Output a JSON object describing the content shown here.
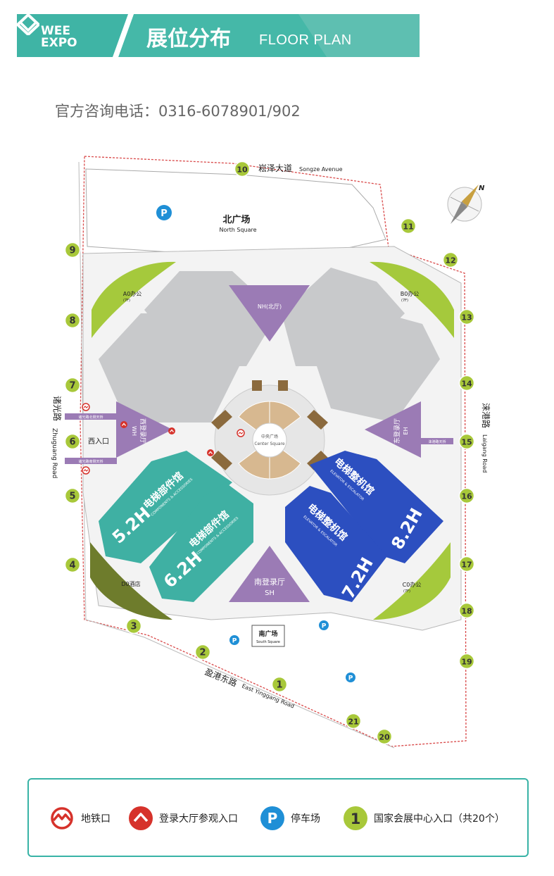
{
  "header": {
    "brand_line1": "WEE",
    "brand_line2": "EXPO",
    "title_cn": "展位分布",
    "title_en": "FLOOR PLAN",
    "colors": {
      "teal": "#3fb4a5",
      "teal_light": "#8fd3c7"
    }
  },
  "hotline": "官方咨询电话：0316-6078901/902",
  "map": {
    "roads": {
      "top_cn": "崧泽大道",
      "top_en": "Songze Avenue",
      "left_cn": "诸光路",
      "left_en": "Zhuguang Road",
      "right_cn": "涞港路",
      "right_en": "Laigang Road",
      "bottom_cn": "盈港东路",
      "bottom_en": "East Yinggang Road"
    },
    "squares": {
      "north_cn": "北广场",
      "north_en": "North Square",
      "south_cn": "南广场",
      "south_en": "South Square",
      "center_cn": "中央广场",
      "center_en": "Center Square"
    },
    "halls": {
      "h52": {
        "cn": "电梯部件馆",
        "en": "COMPONENTS & ACCESSORIES",
        "num": "5.2H"
      },
      "h62": {
        "cn": "电梯部件馆",
        "en": "COMPONENTS & ACCESSORIES",
        "num": "6.2H"
      },
      "h72": {
        "cn": "电梯整机馆",
        "en": "ELEVATOR & ESCALATOR",
        "num": "7.2H"
      },
      "h82": {
        "cn": "电梯整机馆",
        "en": "ELEVATOR & ESCALATOR",
        "num": "8.2H"
      }
    },
    "lobbies": {
      "nh": "NH(北厅)",
      "wh_cn": "西登录厅",
      "wh_en": "WH",
      "eh_cn": "东登录厅",
      "eh_en": "EH",
      "sh_cn": "南登录厅",
      "sh_en": "SH"
    },
    "buildings": {
      "a0": "A0办公",
      "a0_floors": "(7F)",
      "b0": "B0办公",
      "b0_floors": "(7F)",
      "c0": "C0办公",
      "c0_floors": "(7F)",
      "d0": "D0酒店"
    },
    "west_entrance": "西入口",
    "bridges": {
      "w_north": "诸光路北侧天桥",
      "w_south": "诸光路南侧天桥",
      "east": "涞港路天桥"
    },
    "compass": "N",
    "parking_label": "P",
    "gates": [
      "1",
      "2",
      "3",
      "4",
      "5",
      "6",
      "7",
      "8",
      "9",
      "10",
      "11",
      "12",
      "13",
      "14",
      "15",
      "16",
      "17",
      "18",
      "19",
      "20",
      "21"
    ],
    "colors": {
      "hall_grey": "#c8c9cb",
      "hall_teal": "#3fb0a3",
      "hall_blue": "#2c4fc0",
      "lobby_purple": "#9b7bb5",
      "office_green": "#a5c93c",
      "hotel_olive": "#6e7c2c",
      "gate_green": "#a8c83a",
      "parking_blue": "#1f8fd6",
      "metro_red": "#d6322b",
      "boundary_red": "#d94a4a"
    }
  },
  "legend": {
    "metro": "地铁口",
    "lobby_entry": "登录大厅参观入口",
    "parking": "停车场",
    "parking_symbol": "P",
    "gate_symbol": "1",
    "gate": "国家会展中心入口（共20个）"
  }
}
